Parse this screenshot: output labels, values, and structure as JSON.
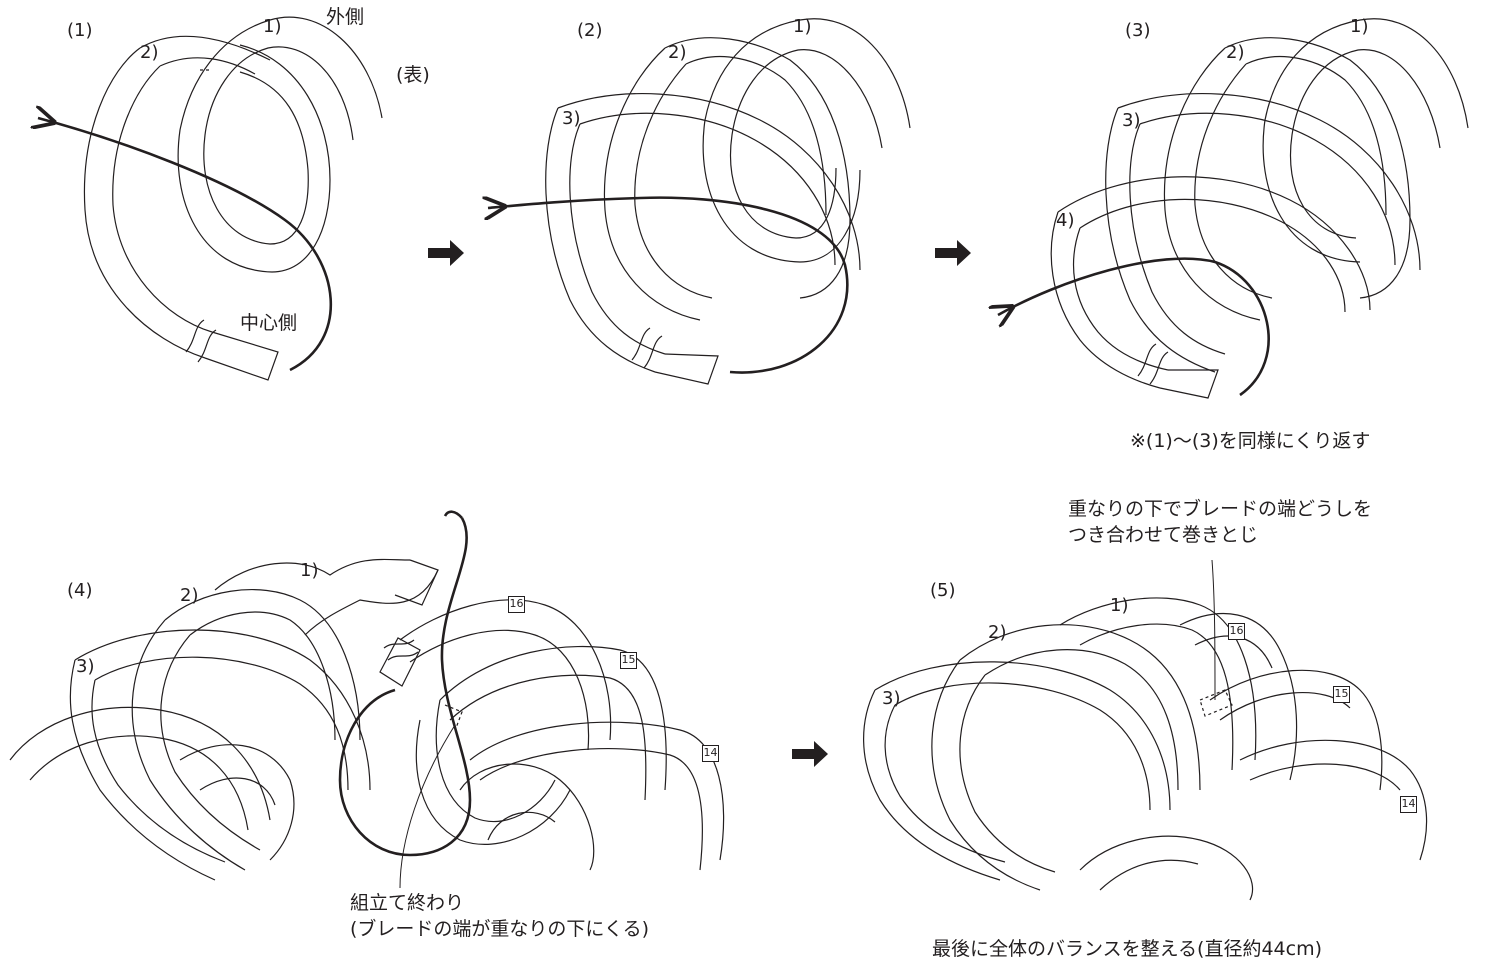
{
  "steps": {
    "s1": "(1)",
    "s2": "(2)",
    "s3": "(3)",
    "s4": "(4)",
    "s5": "(5)"
  },
  "strand_labels": {
    "one": "1)",
    "two": "2)",
    "three": "3)",
    "four": "4)"
  },
  "box_labels": {
    "b16": "16",
    "b15": "15",
    "b14": "14"
  },
  "labels": {
    "outer_side": "外側",
    "front_side": "(表)",
    "center_side": "中心側",
    "repeat_note": "※(1)〜(3)を同様にくり返す",
    "join_note_line1": "重なりの下でブレードの端どうしを",
    "join_note_line2": "つき合わせて巻きとじ",
    "finish_line1": "組立て終わり",
    "finish_line2": "(ブレードの端が重なりの下にくる)",
    "final_note": "最後に全体のバランスを整える(直径約44cm)"
  },
  "colors": {
    "line": "#231f20",
    "thread": "#231f20",
    "background": "#ffffff"
  },
  "icons": {
    "next_step": "arrow-right-icon"
  }
}
